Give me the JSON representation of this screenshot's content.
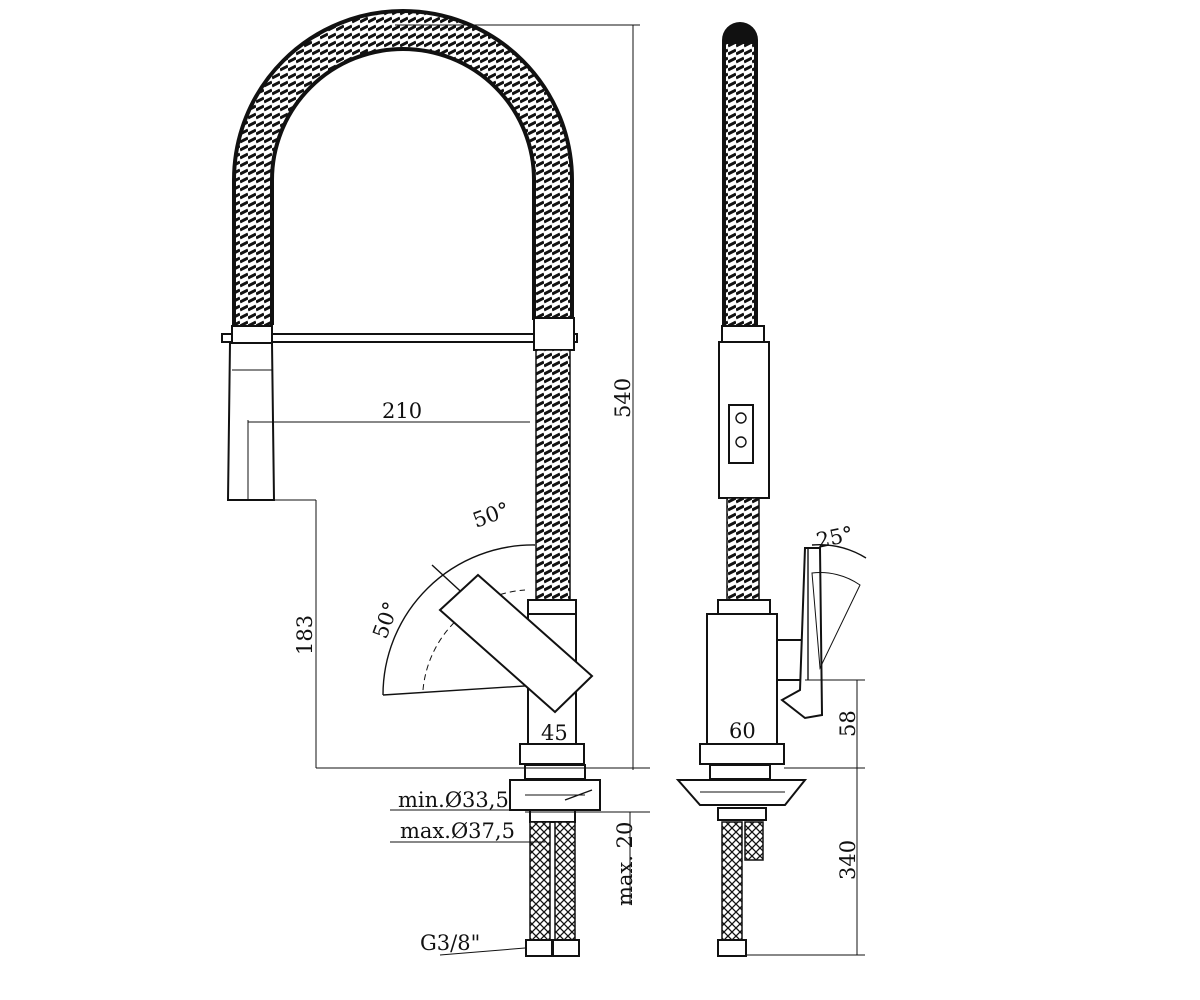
{
  "labels": {
    "reach": "210",
    "total_height": "540",
    "spout_height": "183",
    "base_front": "45",
    "base_side": "60",
    "lever_side_height": "58",
    "connection_length": "340",
    "deck_thickness": "max. 20",
    "hole_min": "min.Ø33,5",
    "hole_max": "max.Ø37,5",
    "thread": "G3/8\"",
    "angle_top": "50°",
    "angle_left": "50°",
    "angle_side": "25°"
  },
  "colors": {
    "line": "#111111",
    "background": "#ffffff"
  }
}
